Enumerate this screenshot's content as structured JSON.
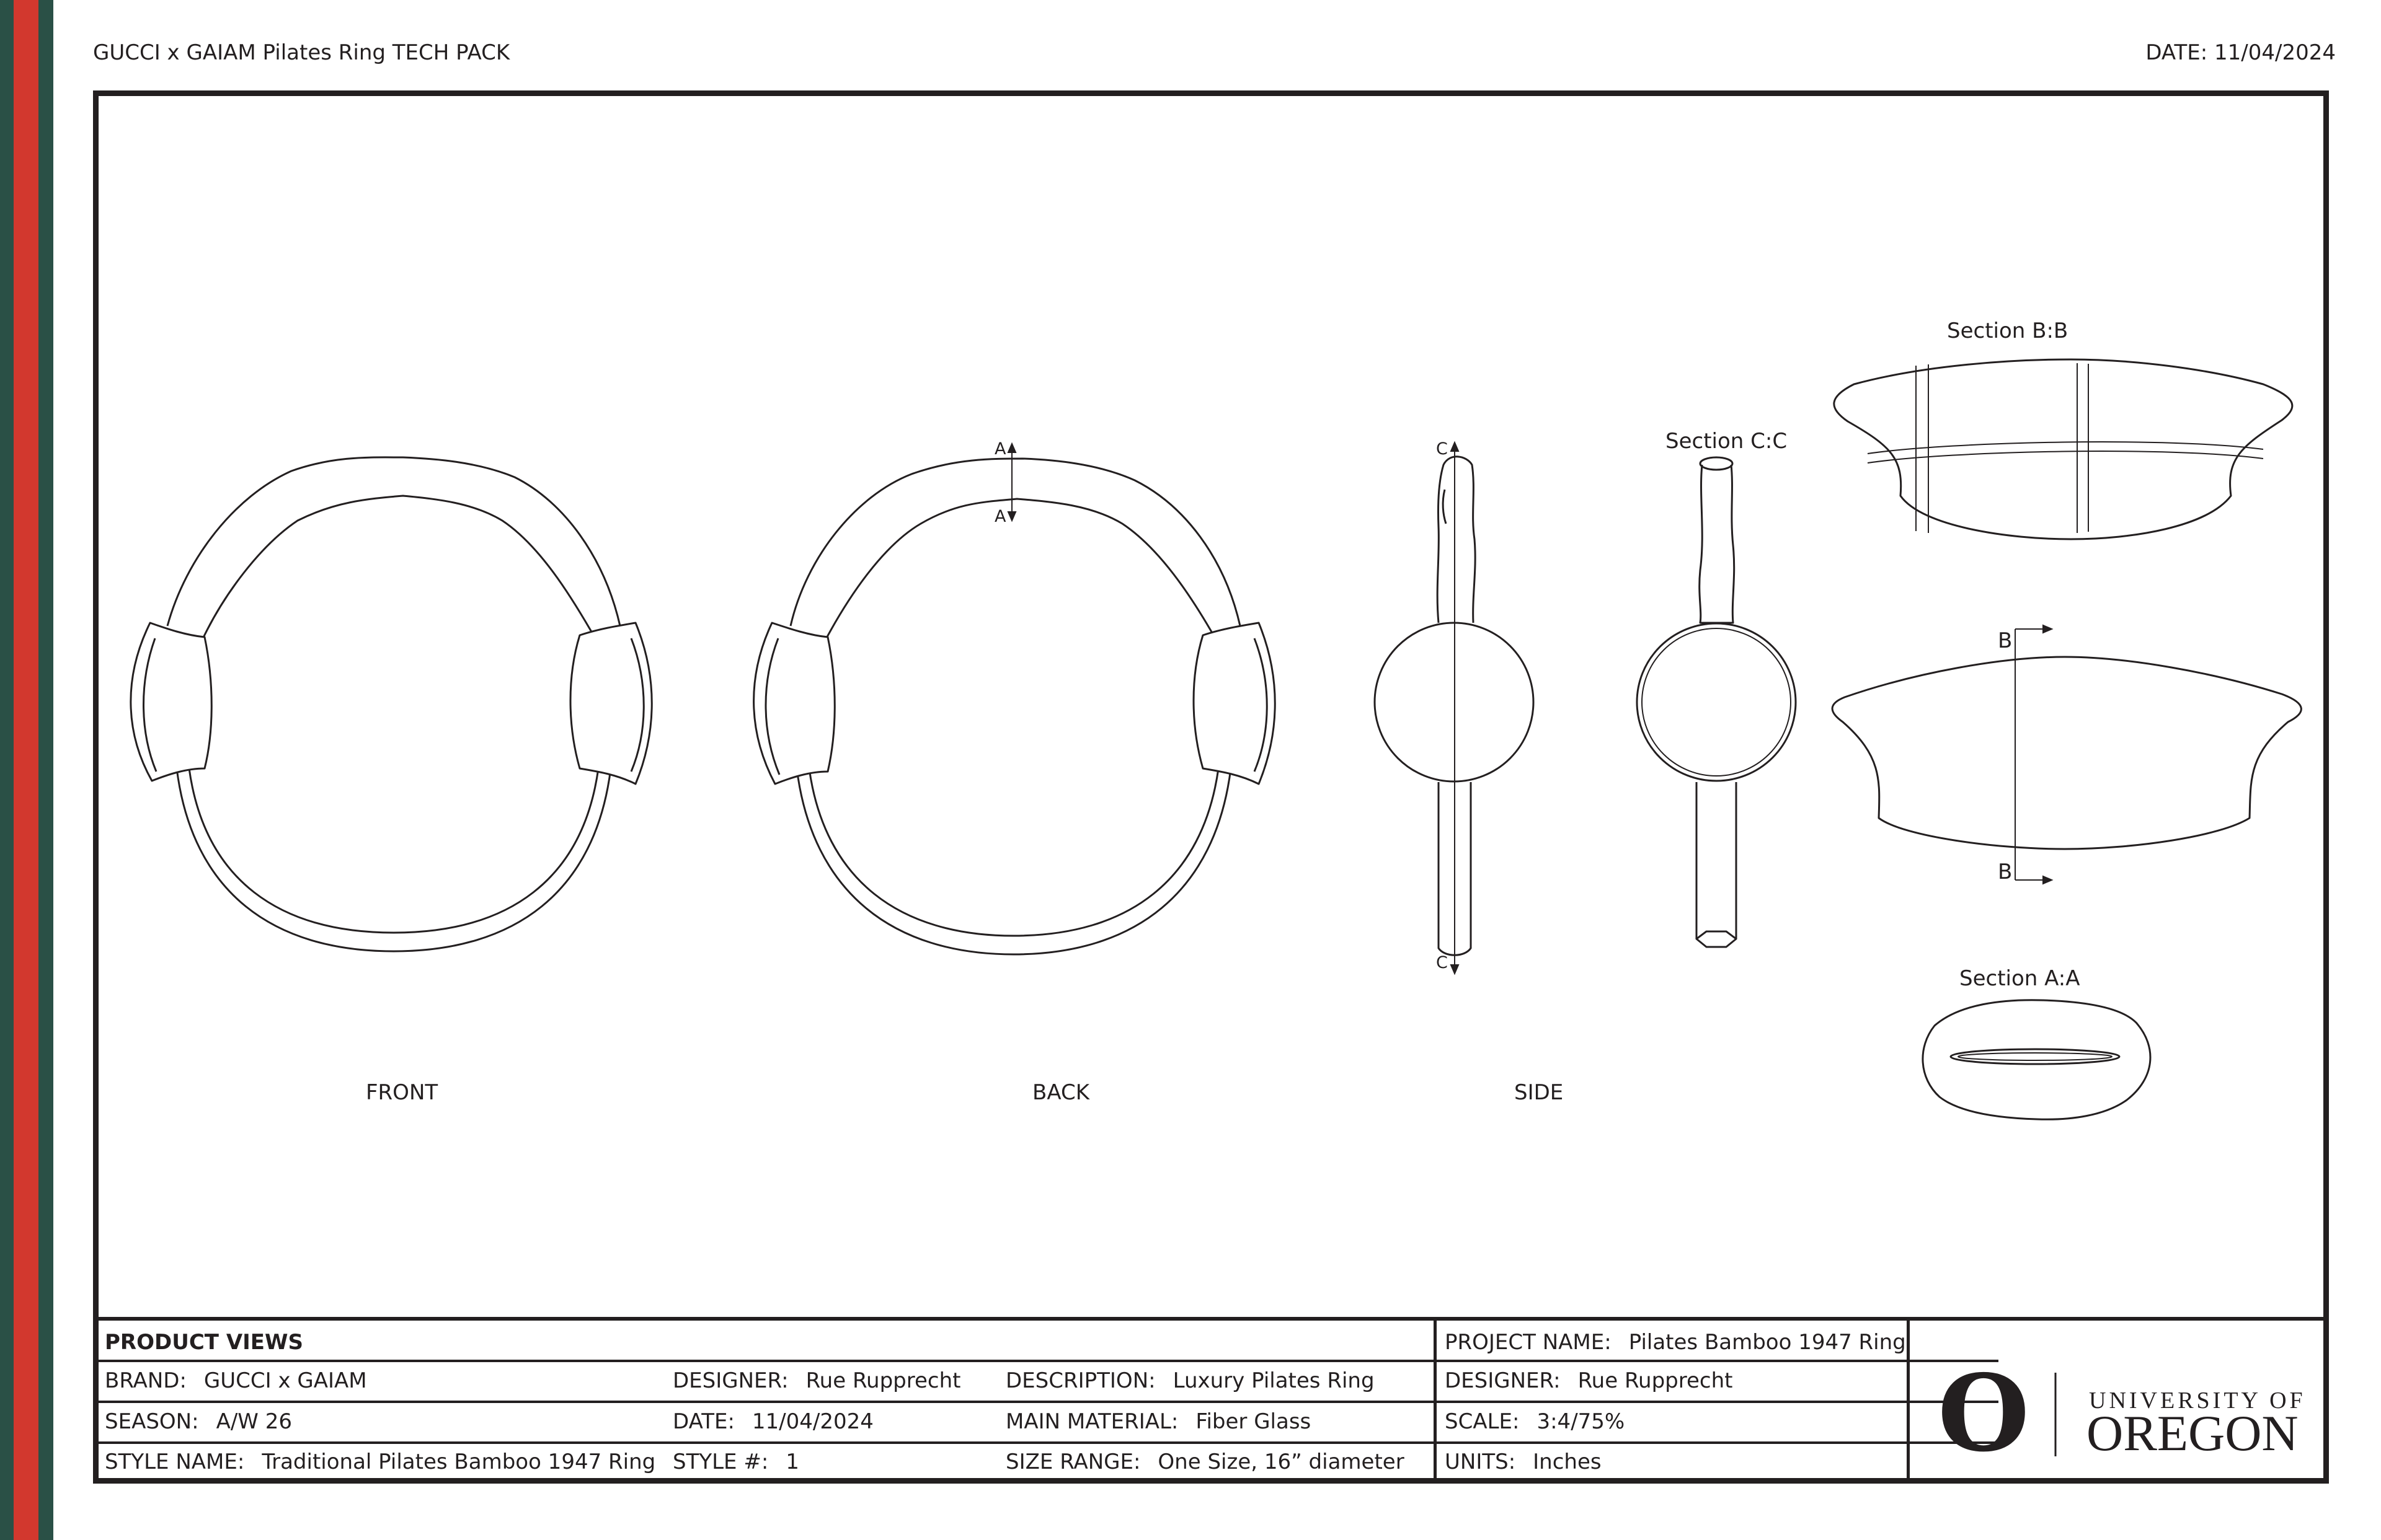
{
  "header": {
    "title": "GUCCI x GAIAM Pilates Ring TECH PACK",
    "date": "DATE: 11/04/2024"
  },
  "colors": {
    "stripe_green": "#2a5046",
    "stripe_red": "#d2382e",
    "line": "#231f20"
  },
  "views": {
    "front": "FRONT",
    "back": "BACK",
    "side": "SIDE",
    "section_bb": "Section B:B",
    "section_cc": "Section C:C",
    "section_aa": "Section A:A"
  },
  "markers": {
    "a_top": "A",
    "a_bottom": "A",
    "c_top": "C",
    "c_bottom": "C",
    "b_top": "B",
    "b_bottom": "B"
  },
  "title_block": {
    "heading": "PRODUCT VIEWS",
    "brand": {
      "label": "BRAND:",
      "value": "GUCCI x GAIAM"
    },
    "season": {
      "label": "SEASON:",
      "value": "A/W 26"
    },
    "style_name": {
      "label": "STYLE NAME:",
      "value": "Traditional Pilates Bamboo 1947 Ring"
    },
    "designer": {
      "label": "DESIGNER:",
      "value": "Rue Rupprecht"
    },
    "date": {
      "label": "DATE:",
      "value": "11/04/2024"
    },
    "style_no": {
      "label": "STYLE #:",
      "value": "1"
    },
    "description": {
      "label": "DESCRIPTION:",
      "value": "Luxury Pilates Ring"
    },
    "main_material": {
      "label": "MAIN MATERIAL:",
      "value": "Fiber Glass"
    },
    "size_range": {
      "label": "SIZE RANGE:",
      "value": "One Size, 16” diameter"
    },
    "project_name": {
      "label": "PROJECT NAME:",
      "value": "Pilates Bamboo 1947 Ring"
    },
    "designer2": {
      "label": "DESIGNER:",
      "value": "Rue Rupprecht"
    },
    "scale": {
      "label": "SCALE:",
      "value": "3:4/75%"
    },
    "units": {
      "label": "UNITS:",
      "value": "Inches"
    }
  },
  "logo": {
    "mark": "O",
    "line1": "UNIVERSITY OF",
    "line2": "OREGON",
    "icon": "university-of-oregon-logo"
  }
}
